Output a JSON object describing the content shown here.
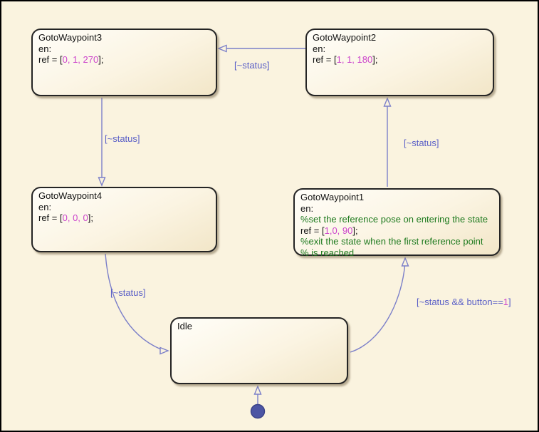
{
  "chart": {
    "kind": "stateflow-state-machine",
    "colors": {
      "canvas_background": "#faf3df",
      "state_border": "#242424",
      "state_fill_top": "#fffef9",
      "state_fill_bottom": "#f2e6c8",
      "state_text": "#121212",
      "transition_line": "#7b7fc9",
      "transition_label": "#5b60c7",
      "numeric_literal": "#cc44cc",
      "comment_text": "#1e7a1e",
      "default_transition_dot": "#4c55a4"
    }
  },
  "states": {
    "gotoWaypoint3": {
      "title": "GotoWaypoint3",
      "entry_keyword": "en:",
      "ref_prefix": "ref = [",
      "ref_values": "0, 1, 270",
      "ref_suffix": "];"
    },
    "gotoWaypoint2": {
      "title": "GotoWaypoint2",
      "entry_keyword": "en:",
      "ref_prefix": "ref = [",
      "ref_values": "1, 1, 180",
      "ref_suffix": "];"
    },
    "gotoWaypoint4": {
      "title": "GotoWaypoint4",
      "entry_keyword": "en:",
      "ref_prefix": "ref = [",
      "ref_values": "0, 0, 0",
      "ref_suffix": "];"
    },
    "gotoWaypoint1": {
      "title": "GotoWaypoint1",
      "entry_keyword": "en:",
      "comment_line1": "%set the reference pose on entering the state",
      "ref_prefix": "ref = [",
      "ref_values": "1,0, 90",
      "ref_suffix": "];",
      "comment_line2": "%exit the state when the first reference point",
      "comment_line3": "% is reached"
    },
    "idle": {
      "title": "Idle"
    }
  },
  "transitions": {
    "waypoint2_to_waypoint3": {
      "label": "[~status]"
    },
    "waypoint3_to_waypoint4": {
      "label": "[~status]"
    },
    "waypoint1_to_waypoint2": {
      "label": "[~status]"
    },
    "waypoint4_to_idle": {
      "label": "[~status]"
    },
    "idle_to_waypoint1": {
      "label_prefix": "[~status && button==",
      "label_value": "1",
      "label_suffix": "]"
    }
  }
}
